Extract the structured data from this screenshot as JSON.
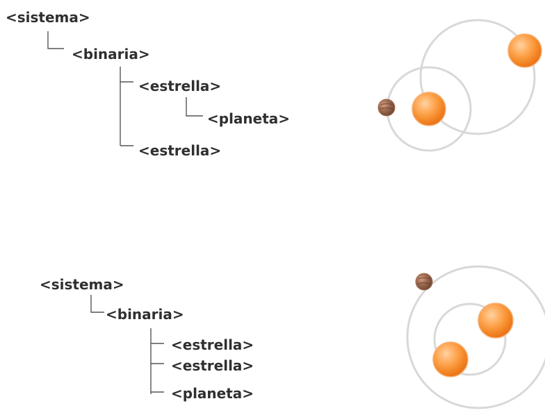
{
  "diagram_top": {
    "root": "<sistema>",
    "binary": "<binaria>",
    "star_1": "<estrella>",
    "planet": "<planeta>",
    "star_2": "<estrella>"
  },
  "diagram_bottom": {
    "root": "<sistema>",
    "binary": "<binaria>",
    "star_1": "<estrella>",
    "star_2": "<estrella>",
    "planet": "<planeta>"
  },
  "colors": {
    "text": "#2f2f2f",
    "tree_lines": "#555555",
    "orbit": "#d8d8d8",
    "star": "#f58b2a",
    "planet": "#8a5a46"
  },
  "icons": {
    "top": [
      "orbit-circle",
      "star-icon",
      "planet-icon"
    ],
    "bottom": [
      "orbit-circle",
      "star-icon",
      "planet-icon"
    ]
  }
}
